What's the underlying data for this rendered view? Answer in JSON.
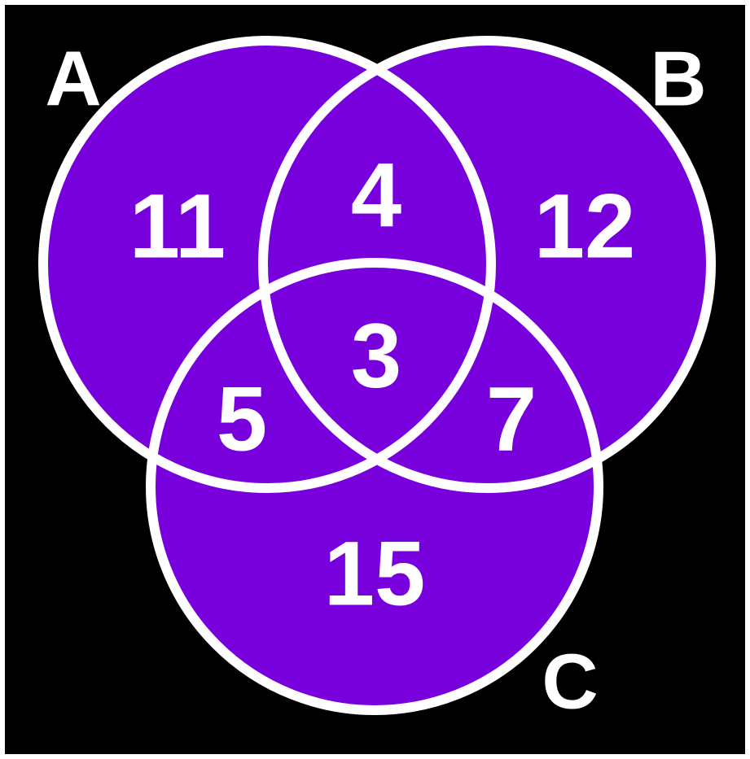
{
  "colors": {
    "background": "#000000",
    "frame": "#ffffff",
    "set_fill": "#7700dd",
    "outline": "#ffffff",
    "text": "#ffffff"
  },
  "sets": [
    {
      "id": "A",
      "label": "A"
    },
    {
      "id": "B",
      "label": "B"
    },
    {
      "id": "C",
      "label": "C"
    }
  ],
  "regions": {
    "only_a": "11",
    "a_and_b": "4",
    "only_b": "12",
    "a_b_c": "3",
    "a_and_c": "5",
    "b_and_c": "7",
    "only_c": "15"
  }
}
